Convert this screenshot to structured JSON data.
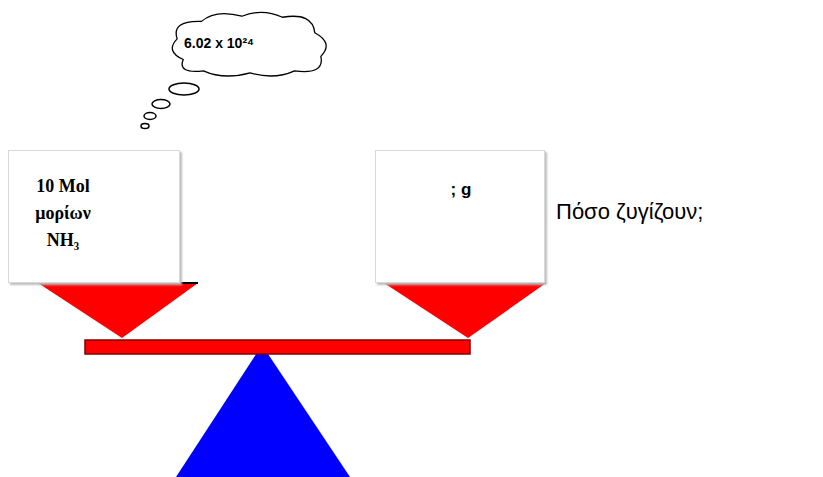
{
  "diagram": {
    "nodes": [
      {
        "text": [
          "6.02 x 10²⁴"
        ]
      },
      {
        "text": [
          "10 Mol μορίων NH₃"
        ]
      },
      {
        "text": [
          "; g"
        ]
      }
    ],
    "labels": [
      "Πόσο ζυγίζουν;"
    ]
  }
}
